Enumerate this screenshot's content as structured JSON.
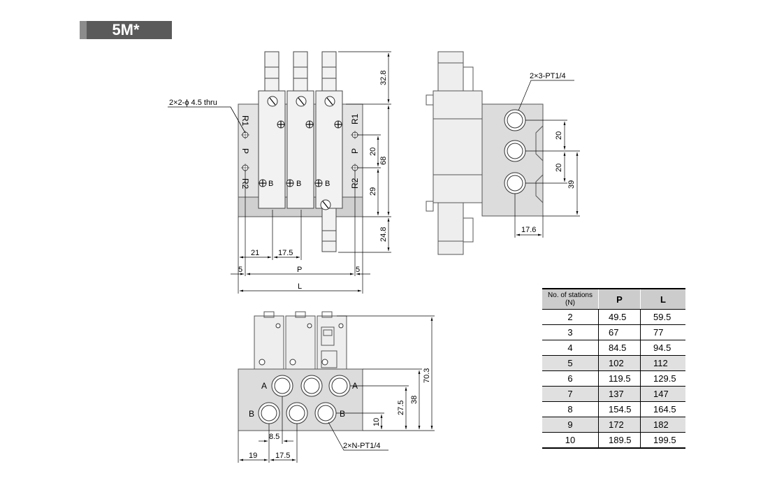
{
  "title": "5M*",
  "top_view": {
    "callout_holes": "2×2-ϕ 4.5 thru",
    "port_labels_left": [
      "R1",
      "P",
      "R2"
    ],
    "port_labels_right": [
      "R1",
      "P",
      "R2"
    ],
    "b_labels": [
      "B",
      "B",
      "B"
    ],
    "dim_top": "32.8",
    "dim_bottom": "24.8",
    "dim_20": "20",
    "dim_68": "68",
    "dim_29": "29",
    "dim_21": "21",
    "dim_17_5": "17.5",
    "dim_5_left": "5",
    "dim_p": "P",
    "dim_5_right": "5",
    "dim_l": "L"
  },
  "side_view": {
    "callout_ports": "2×3-PT1/4",
    "dim_20a": "20",
    "dim_20b": "20",
    "dim_39": "39",
    "dim_17_6": "17.6"
  },
  "front_view": {
    "label_a_left": "A",
    "label_a_right": "A",
    "label_b_left": "B",
    "label_b_right": "B",
    "callout_ports": "2×N-PT1/4",
    "dim_70_3": "70.3",
    "dim_38": "38",
    "dim_27_5": "27.5",
    "dim_10": "10",
    "dim_8_5": "8.5",
    "dim_19": "19",
    "dim_17_5": "17.5"
  },
  "table": {
    "header_n_line1": "No. of stations",
    "header_n_line2": "(N)",
    "header_p": "P",
    "header_l": "L",
    "rows": [
      {
        "n": "2",
        "p": "49.5",
        "l": "59.5"
      },
      {
        "n": "3",
        "p": "67",
        "l": "77"
      },
      {
        "n": "4",
        "p": "84.5",
        "l": "94.5"
      },
      {
        "n": "5",
        "p": "102",
        "l": "112"
      },
      {
        "n": "6",
        "p": "119.5",
        "l": "129.5"
      },
      {
        "n": "7",
        "p": "137",
        "l": "147"
      },
      {
        "n": "8",
        "p": "154.5",
        "l": "164.5"
      },
      {
        "n": "9",
        "p": "172",
        "l": "182"
      },
      {
        "n": "10",
        "p": "189.5",
        "l": "199.5"
      }
    ]
  }
}
